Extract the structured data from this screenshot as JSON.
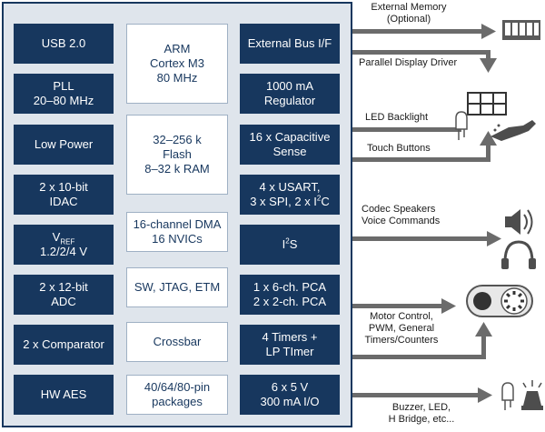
{
  "left_blocks": [
    {
      "id": "usb",
      "lines": [
        "USB 2.0"
      ]
    },
    {
      "id": "pll",
      "lines": [
        "PLL",
        "20–80 MHz"
      ]
    },
    {
      "id": "lowpower",
      "lines": [
        "Low Power"
      ]
    },
    {
      "id": "idac",
      "lines": [
        "2 x 10-bit",
        "IDAC"
      ]
    },
    {
      "id": "vref",
      "base": "V",
      "sub": "REF",
      "second": "1.2/2/4 V"
    },
    {
      "id": "adc",
      "lines": [
        "2 x 12-bit",
        "ADC"
      ]
    },
    {
      "id": "comparator",
      "lines": [
        "2 x Comparator"
      ]
    },
    {
      "id": "aes",
      "lines": [
        "HW AES"
      ]
    }
  ],
  "center_blocks": [
    {
      "id": "arm",
      "lines": [
        "ARM",
        "Cortex M3",
        "80 MHz"
      ]
    },
    {
      "id": "flash",
      "lines": [
        "32–256 k",
        "Flash",
        "8–32 k RAM"
      ]
    },
    {
      "id": "dma",
      "lines": [
        "16-channel DMA",
        "16 NVICs"
      ]
    },
    {
      "id": "jtag",
      "lines": [
        "SW, JTAG, ETM"
      ]
    },
    {
      "id": "crossbar",
      "lines": [
        "Crossbar"
      ]
    },
    {
      "id": "packages",
      "lines": [
        "40/64/80-pin",
        "packages"
      ]
    }
  ],
  "right_blocks": [
    {
      "id": "extbus",
      "lines": [
        "External Bus I/F"
      ]
    },
    {
      "id": "regulator",
      "lines": [
        "1000 mA",
        "Regulator"
      ]
    },
    {
      "id": "capsense",
      "lines": [
        "16 x Capacitive",
        "Sense"
      ]
    },
    {
      "id": "usart",
      "line1": "4 x USART,",
      "line2_pre": "3 x SPI, 2 x I",
      "line2_sup": "2",
      "line2_post": "C"
    },
    {
      "id": "i2s",
      "base": "I",
      "sup": "2",
      "post": "S"
    },
    {
      "id": "pca",
      "lines": [
        "1 x 6-ch. PCA",
        "2 x 2-ch. PCA"
      ]
    },
    {
      "id": "timers",
      "lines": [
        "4 Timers +",
        "LP TImer"
      ]
    },
    {
      "id": "io",
      "lines": [
        "6 x 5 V",
        "300 mA I/O"
      ]
    }
  ],
  "external_labels": {
    "ext_memory": [
      "External Memory",
      "(Optional)"
    ],
    "parallel_display": [
      "Parallel Display Driver"
    ],
    "led_backlight": [
      "LED Backlight"
    ],
    "touch_buttons": [
      "Touch Buttons"
    ],
    "codec": [
      "Codec Speakers",
      "Voice Commands"
    ],
    "motor": [
      "Motor Control,",
      "PWM, General",
      "Timers/Counters"
    ],
    "buzzer": [
      "Buzzer, LED,",
      "H Bridge, etc..."
    ]
  },
  "icons": [
    "memory-module-icon",
    "display-grid-icon",
    "led-icon",
    "hand-touch-icon",
    "speaker-icon",
    "headphones-icon",
    "motor-wheel-icon",
    "led-bulb-icon",
    "buzzer-icon"
  ],
  "colors": {
    "block_dark": "#17375e",
    "chip_bg": "#dfe5ec",
    "line": "#6b6b6b"
  }
}
